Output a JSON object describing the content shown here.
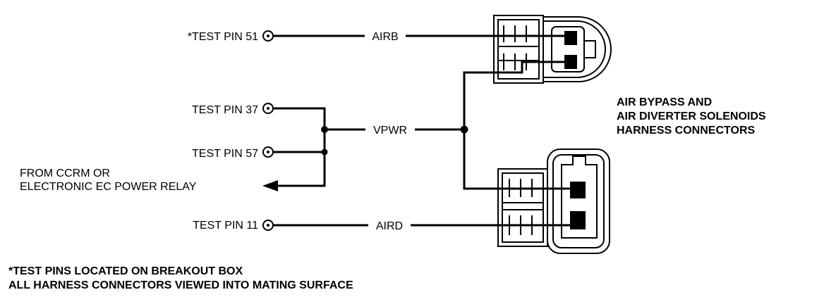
{
  "test_pins": [
    {
      "label": "*TEST PIN 51"
    },
    {
      "label": "TEST PIN 37"
    },
    {
      "label": "TEST PIN 57"
    },
    {
      "label": "TEST PIN 11"
    }
  ],
  "wires": {
    "airb": "AIRB",
    "vpwr": "VPWR",
    "aird": "AIRD"
  },
  "source": {
    "line1": "FROM CCRM OR",
    "line2": "ELECTRONIC EC POWER RELAY"
  },
  "connector_title": {
    "line1": "AIR BYPASS AND",
    "line2": "AIR DIVERTER SOLENOIDS",
    "line3": "HARNESS CONNECTORS"
  },
  "footnotes": {
    "line1": "*TEST PINS LOCATED ON BREAKOUT BOX",
    "line2": "ALL HARNESS CONNECTORS VIEWED INTO MATING SURFACE"
  }
}
